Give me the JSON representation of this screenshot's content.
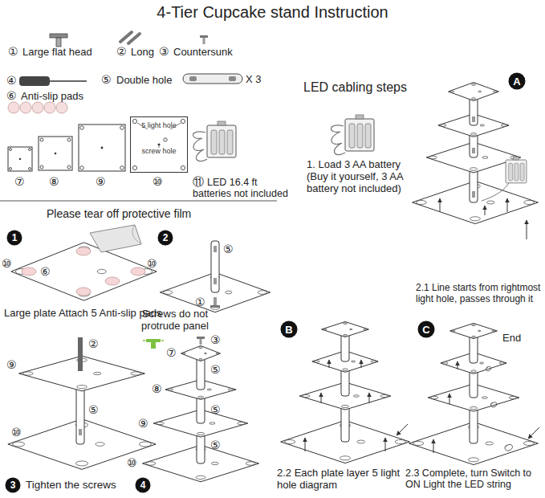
{
  "diagram": {
    "title": "4-Tier Cupcake stand Instruction",
    "nodes": [
      {
        "text": [
          "A"
        ]
      },
      {
        "text": [
          "5 light hole",
          "screw hole"
        ]
      },
      {
        "text": [
          "1"
        ]
      },
      {
        "text": [
          "2"
        ]
      },
      {
        "text": [
          "B"
        ]
      },
      {
        "text": [
          "C"
        ]
      },
      {
        "text": [
          "3"
        ]
      },
      {
        "text": [
          "4"
        ]
      }
    ],
    "labels": [
      "①",
      "Large flat head",
      "②",
      "Long",
      "③",
      "Countersunk",
      "④",
      "⑤",
      "Double hole",
      "X 3",
      "⑥",
      "Anti-slip pads",
      "⑦",
      "⑧",
      "⑨",
      "⑩",
      "⑪",
      "LED 16.4 ft batteries not included",
      "Please tear off protective film",
      "⑩",
      "⑥",
      "Large plate Attach 5 Anti-slip pads",
      "⑤",
      "⑩",
      "①",
      "⑨",
      "②",
      "⑤",
      "⑩",
      "Tighten the screws",
      "Screws do not protrude panel",
      "③",
      "⑦",
      "⑤",
      "⑧",
      "⑤",
      "⑨",
      "⑤",
      "⑩",
      "LED cabling steps",
      "1. Load 3 AA battery (Buy it yourself, 3 AA battery not included)",
      "2.2 Each plate layer 5 light hole diagram",
      "2.1 Line starts from rightmost light hole, passes through it",
      "End",
      "2.3 Complete, turn Switch to ON Light the LED string"
    ]
  }
}
